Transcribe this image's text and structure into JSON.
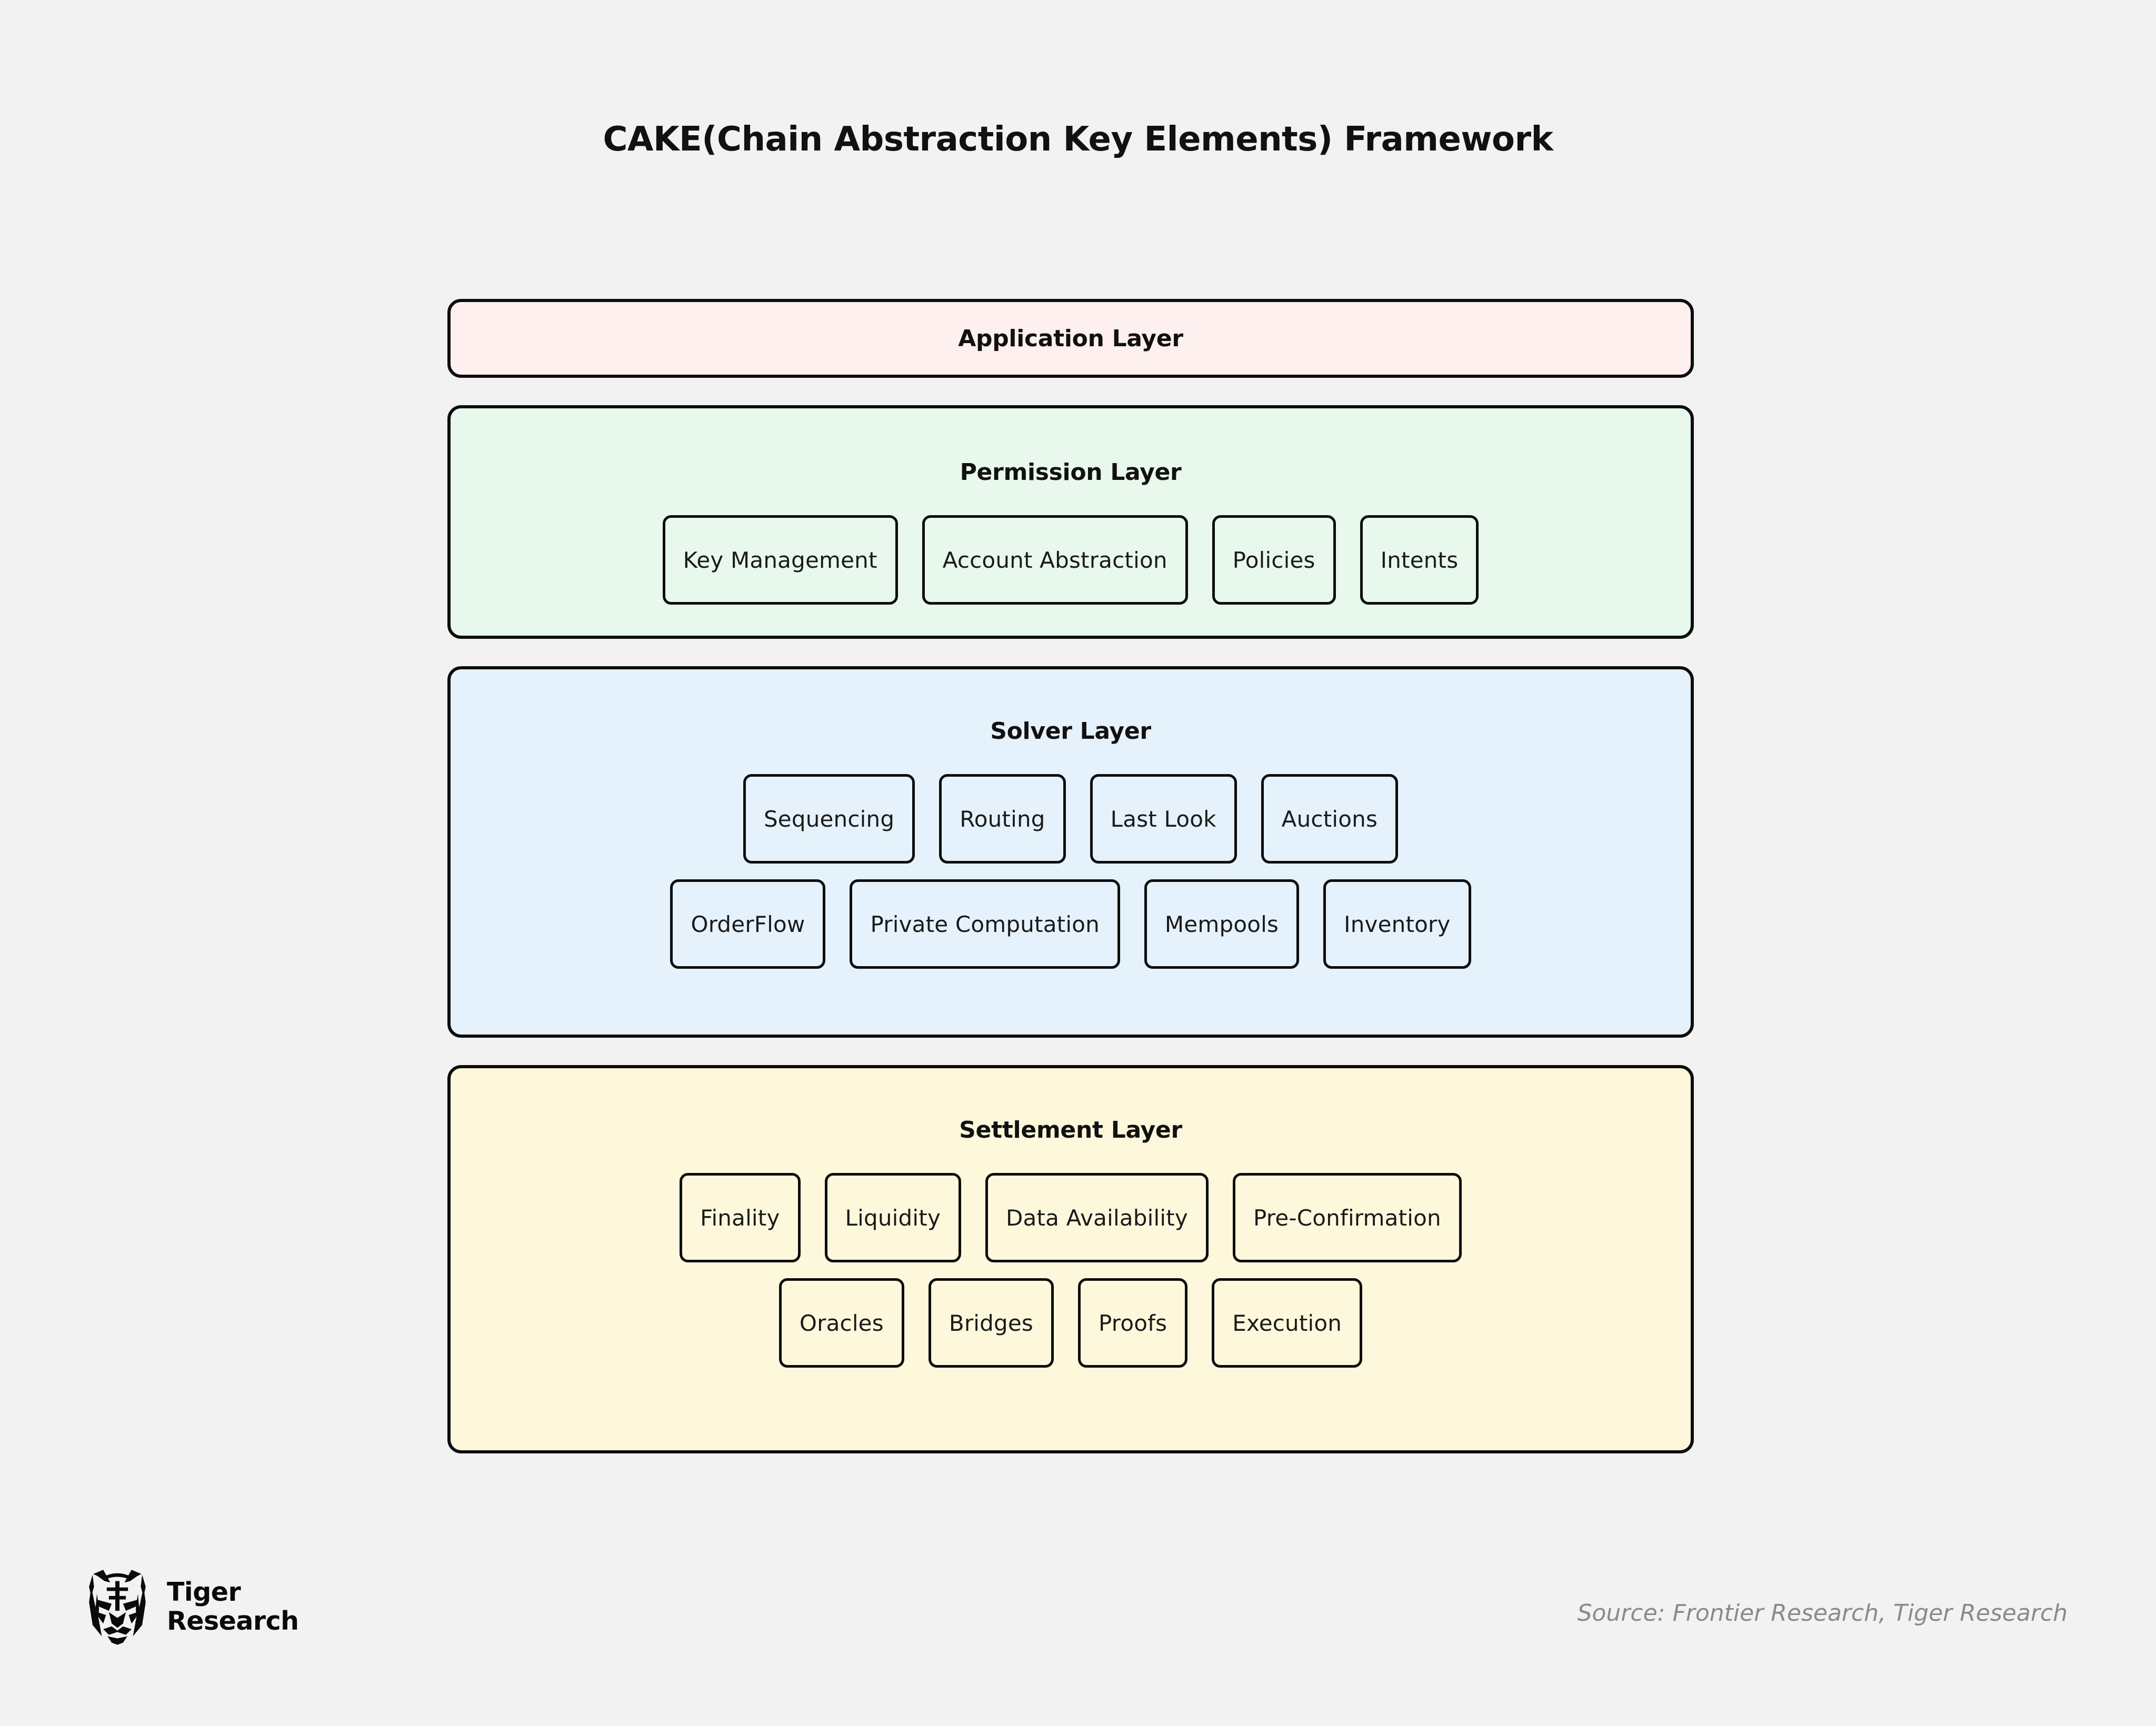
{
  "title": "CAKE(Chain Abstraction Key Elements) Framework",
  "colors": {
    "page_background": "#f2f2f2",
    "application_layer": "#fdf0ee",
    "permission_layer": "#e8f8ec",
    "solver_layer": "#e5f2fc",
    "settlement_layer": "#fdf8dc",
    "stroke": "#0d0d0d",
    "source_text": "#8a8a8a"
  },
  "layers": [
    {
      "name": "application",
      "title": "Application Layer",
      "rows": []
    },
    {
      "name": "permission",
      "title": "Permission Layer",
      "rows": [
        [
          "Key Management",
          "Account Abstraction",
          "Policies",
          "Intents"
        ]
      ]
    },
    {
      "name": "solver",
      "title": "Solver Layer",
      "rows": [
        [
          "Sequencing",
          "Routing",
          "Last Look",
          "Auctions"
        ],
        [
          "OrderFlow",
          "Private Computation",
          "Mempools",
          "Inventory"
        ]
      ]
    },
    {
      "name": "settlement",
      "title": "Settlement Layer",
      "rows": [
        [
          "Finality",
          "Liquidity",
          "Data Availability",
          "Pre-Confirmation"
        ],
        [
          "Oracles",
          "Bridges",
          "Proofs",
          "Execution"
        ]
      ]
    }
  ],
  "footer": {
    "logo": {
      "icon": "tiger-head-icon",
      "line1": "Tiger",
      "line2": "Research"
    },
    "source": "Source: Frontier Research, Tiger Research"
  }
}
